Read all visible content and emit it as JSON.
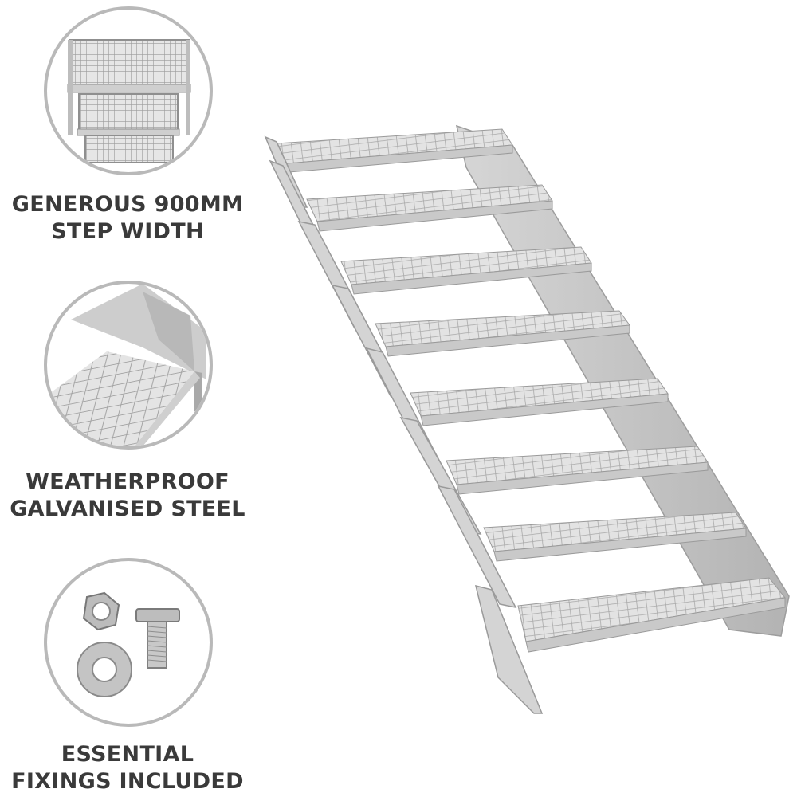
{
  "product": {
    "image_alt": "Galvanised steel 8-step adjustable staircase",
    "step_count": 8
  },
  "features": [
    {
      "icon": "stair-top-view-icon",
      "line1": "GENEROUS 900MM",
      "line2": "STEP WIDTH"
    },
    {
      "icon": "grating-closeup-icon",
      "line1": "WEATHERPROOF",
      "line2": "GALVANISED STEEL"
    },
    {
      "icon": "nut-bolt-washer-icon",
      "line1": "ESSENTIAL",
      "line2": "FIXINGS INCLUDED"
    }
  ],
  "colors": {
    "text": "#3a3a3a",
    "circle_border": "#b9b9b9",
    "steel_light": "#d9d9d9",
    "steel_mid": "#b5b5b5",
    "steel_dark": "#8c8c8c"
  }
}
